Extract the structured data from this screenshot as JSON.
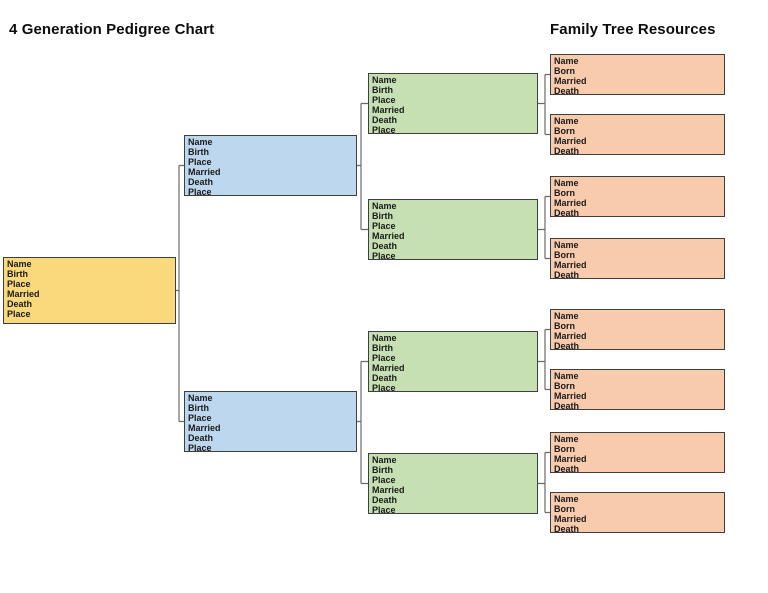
{
  "header": {
    "title": "4 Generation Pedigree Chart",
    "resources_title": "Family Tree Resources"
  },
  "colors": {
    "gen1_fill": "#FAD87C",
    "gen2_fill": "#BDD7EE",
    "gen3_fill": "#C6E0B4",
    "gen4_fill": "#F8CBAD",
    "box_border": "#3F3F3F",
    "connector": "#6A6A6A",
    "text": "#1A1A1A"
  },
  "generations": [
    {
      "id": "generation-1",
      "box_count": 1,
      "fields": [
        "Name",
        "Birth",
        "Place",
        "Married",
        "Death",
        "Place"
      ]
    },
    {
      "id": "generation-2",
      "box_count": 2,
      "fields": [
        "Name",
        "Birth",
        "Place",
        "Married",
        "Death",
        "Place"
      ]
    },
    {
      "id": "generation-3",
      "box_count": 4,
      "fields": [
        "Name",
        "Birth",
        "Place",
        "Married",
        "Death",
        "Place"
      ]
    },
    {
      "id": "generation-4",
      "box_count": 8,
      "fields": [
        "Name",
        "Born",
        "Married",
        "Death"
      ]
    }
  ]
}
